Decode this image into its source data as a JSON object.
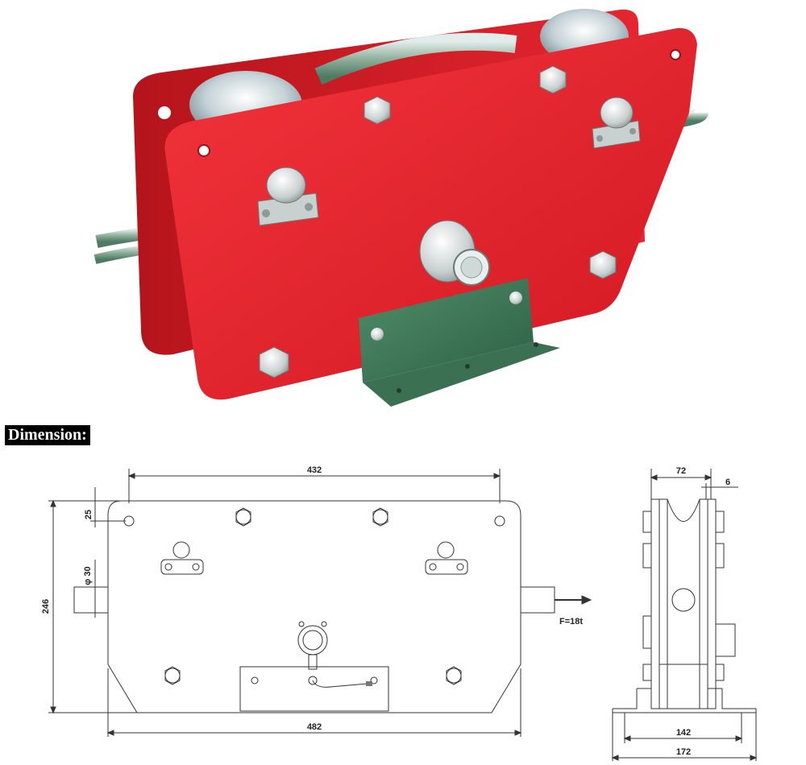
{
  "section_label": "Dimension:",
  "front_view": {
    "dim_top_width": "432",
    "dim_bottom_width": "482",
    "dim_height": "246",
    "dim_hole_offset": "25",
    "dim_shaft_dia": "φ 30",
    "force_label": "F=18t"
  },
  "side_view": {
    "dim_top_width": "72",
    "dim_plate": "6",
    "dim_inner_base": "142",
    "dim_outer_base": "172"
  },
  "colors": {
    "plate_red": "#e01e2a",
    "bracket_green": "#3f7b5a",
    "steel": "#b9c6cc"
  }
}
